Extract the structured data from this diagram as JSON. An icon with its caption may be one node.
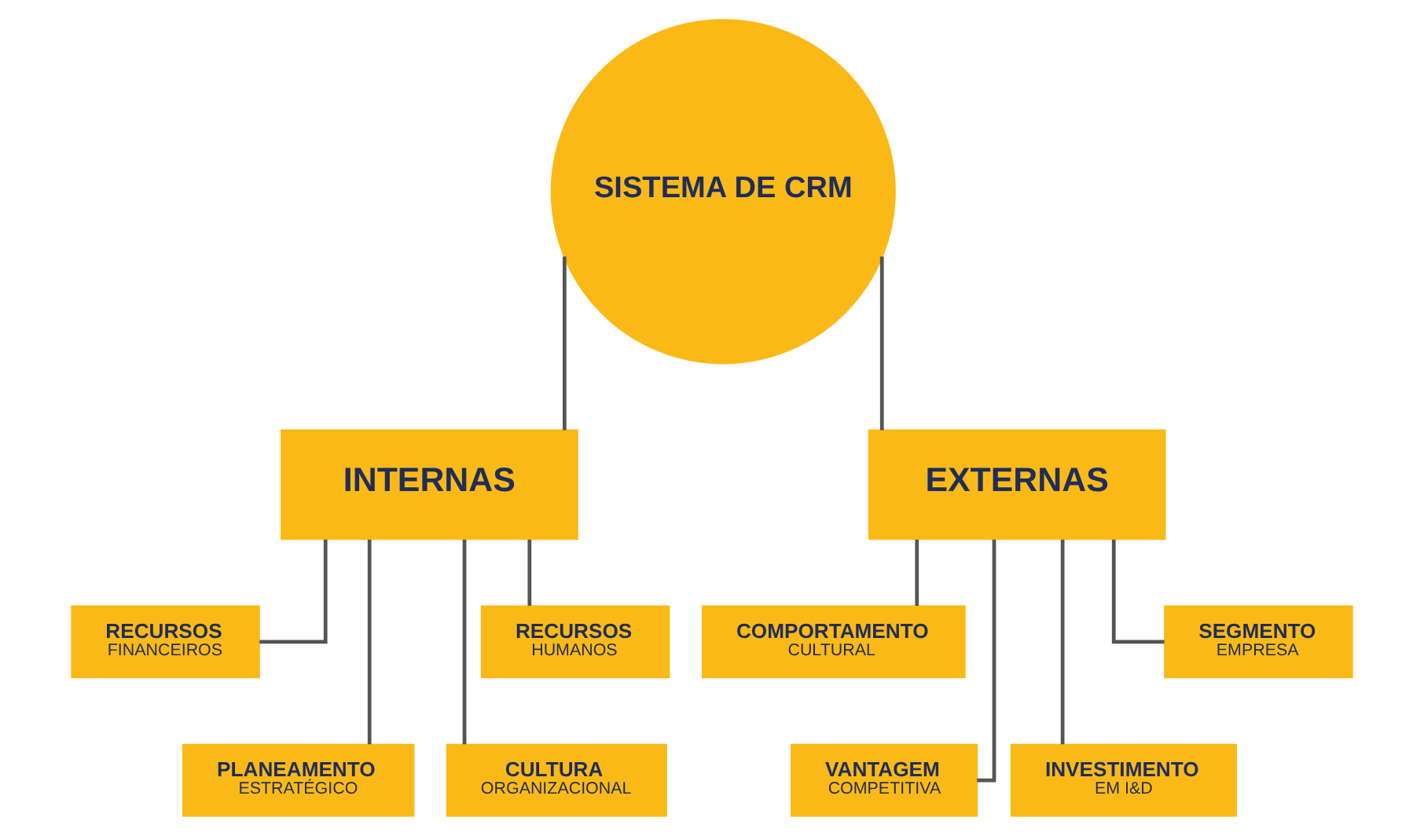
{
  "diagram": {
    "nodes": [
      {
        "text": [
          "SISTEMA DE CRM"
        ]
      },
      {
        "text": [
          "INTERNAS"
        ]
      },
      {
        "text": [
          "EXTERNAS"
        ]
      },
      {
        "text": [
          "RECURSOS",
          "FINANCEIROS"
        ]
      },
      {
        "text": [
          "PLANEAMENTO",
          "ESTRATÉGICO"
        ]
      },
      {
        "text": [
          "CULTURA",
          "ORGANIZACIONAL"
        ]
      },
      {
        "text": [
          "RECURSOS",
          "HUMANOS"
        ]
      },
      {
        "text": [
          "COMPORTAMENTO",
          "CULTURAL"
        ]
      },
      {
        "text": [
          "VANTAGEM",
          "COMPETITIVA"
        ]
      },
      {
        "text": [
          "INVESTIMENTO",
          "EM I&D"
        ]
      },
      {
        "text": [
          "SEGMENTO",
          "EMPRESA"
        ]
      }
    ],
    "edges": [
      {
        "from": 0,
        "to": 1,
        "arrow": "none"
      },
      {
        "from": 0,
        "to": 2,
        "arrow": "none"
      },
      {
        "from": 1,
        "to": 3,
        "arrow": "none"
      },
      {
        "from": 1,
        "to": 4,
        "arrow": "none"
      },
      {
        "from": 1,
        "to": 5,
        "arrow": "none"
      },
      {
        "from": 1,
        "to": 6,
        "arrow": "none"
      },
      {
        "from": 2,
        "to": 7,
        "arrow": "none"
      },
      {
        "from": 2,
        "to": 8,
        "arrow": "none"
      },
      {
        "from": 2,
        "to": 9,
        "arrow": "none"
      },
      {
        "from": 2,
        "to": 10,
        "arrow": "none"
      }
    ]
  }
}
